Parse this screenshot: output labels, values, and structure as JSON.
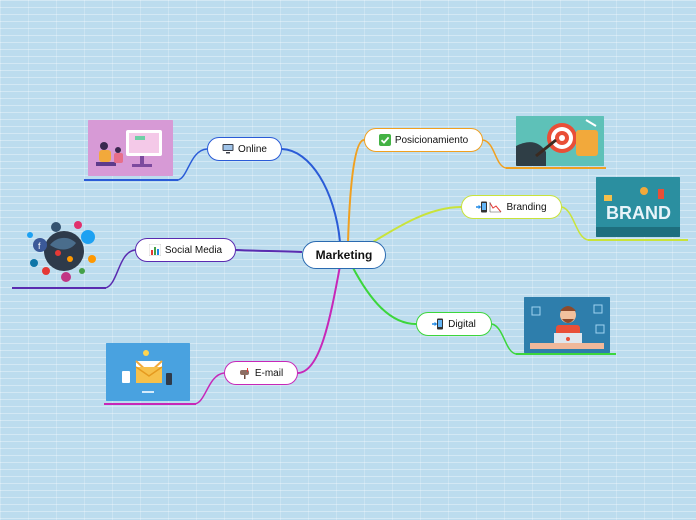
{
  "central": {
    "label": "Marketing"
  },
  "branches": {
    "online": {
      "label": "Online",
      "color": "#2a5bd7",
      "icon": "monitor-icon"
    },
    "social": {
      "label": "Social Media",
      "color": "#5a2bb0",
      "icon": "bar-chart-icon"
    },
    "email": {
      "label": "E-mail",
      "color": "#c727b8",
      "icon": "mailbox-icon"
    },
    "posicionamiento": {
      "label": "Posicionamiento",
      "color": "#f0a020",
      "icon": "check-icon"
    },
    "branding": {
      "label": "Branding",
      "color": "#c9e33a",
      "icon": "phone-trend-icon"
    },
    "digital": {
      "label": "Digital",
      "color": "#3cd63c",
      "icon": "phone-icon"
    }
  }
}
